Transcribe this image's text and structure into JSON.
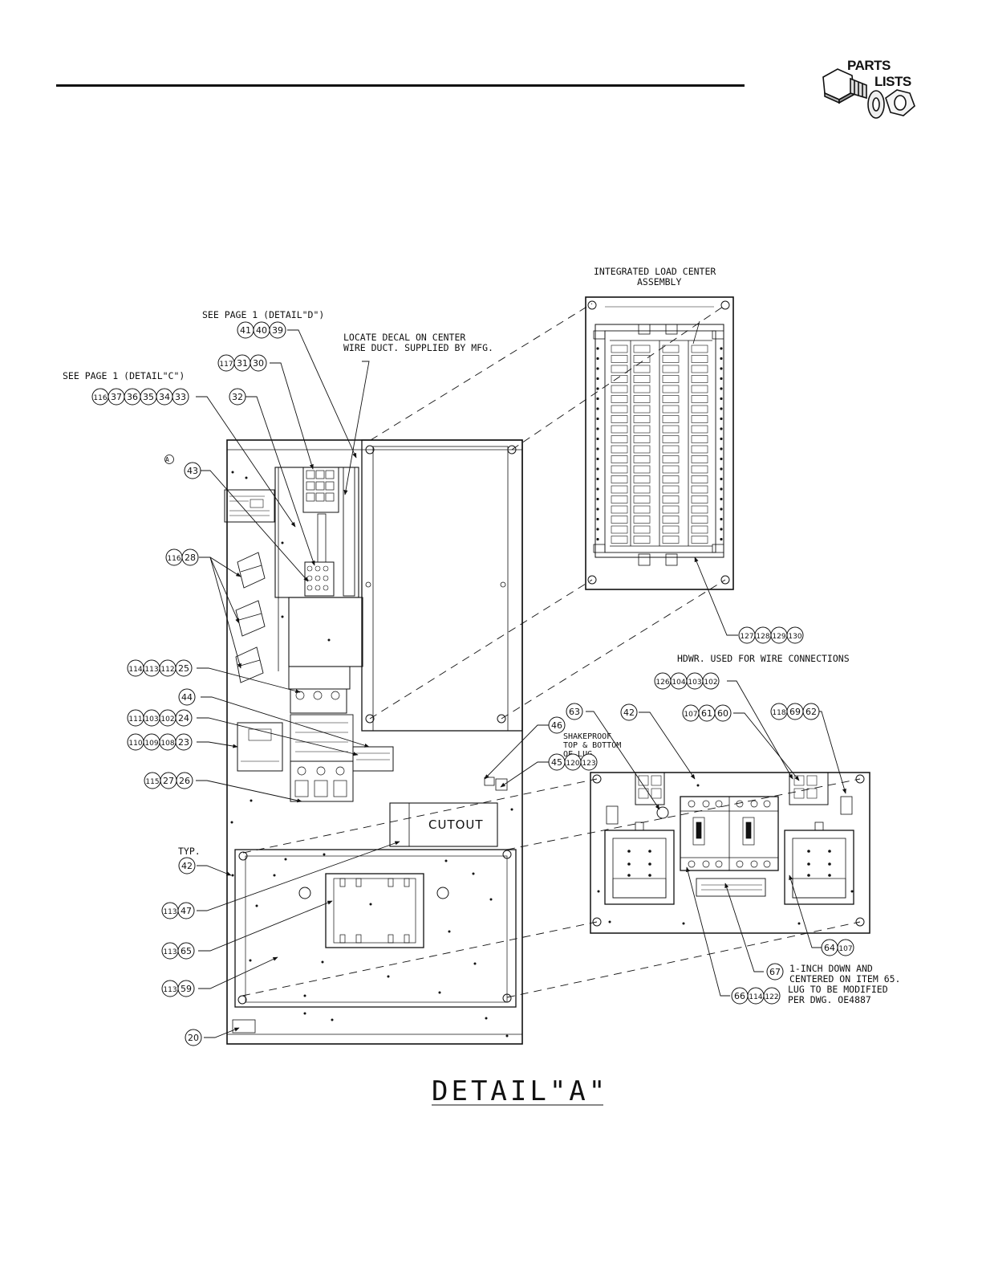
{
  "header": {
    "logo_line1": "PARTS",
    "logo_line2": "LISTS"
  },
  "labels": {
    "see_detail_d": "SEE PAGE 1 (DETAIL\"D\")",
    "see_detail_c": "SEE PAGE 1 (DETAIL\"C\")",
    "locate_decal_1": "LOCATE DECAL ON CENTER",
    "locate_decal_2": "WIRE DUCT. SUPPLIED BY MFG.",
    "integrated_1": "INTEGRATED LOAD CENTER",
    "integrated_2": "ASSEMBLY",
    "hdwr": "HDWR. USED FOR WIRE CONNECTIONS",
    "shakeproof_1": "SHAKEPROOF",
    "shakeproof_2": "TOP & BOTTOM",
    "shakeproof_3": "OF LUG",
    "typ": "TYP.",
    "cutout": "CUTOUT",
    "note67_1": "1-INCH DOWN AND",
    "note67_2": "CENTERED ON ITEM 65.",
    "note66_1": "LUG TO BE MODIFIED",
    "note66_2": "PER DWG. OE4887",
    "rev_mark": "A",
    "detail_title": "DETAIL\"A\""
  },
  "callouts": {
    "c_39_41": [
      "41",
      "40",
      "39"
    ],
    "c_30_117": [
      "117",
      "31",
      "30"
    ],
    "c_33_116": [
      "116",
      "37",
      "36",
      "35",
      "34",
      "33"
    ],
    "c_32": [
      "32"
    ],
    "c_43": [
      "43"
    ],
    "c_28": [
      "116",
      "28"
    ],
    "c_25": [
      "114",
      "113",
      "112",
      "25"
    ],
    "c_44": [
      "44"
    ],
    "c_24": [
      "111",
      "103",
      "102",
      "24"
    ],
    "c_23": [
      "110",
      "109",
      "108",
      "23"
    ],
    "c_26": [
      "115",
      "27",
      "26"
    ],
    "c_42_typ": [
      "42"
    ],
    "c_47": [
      "113",
      "47"
    ],
    "c_65": [
      "113",
      "65"
    ],
    "c_59": [
      "113",
      "59"
    ],
    "c_20": [
      "20"
    ],
    "c_46": [
      "46"
    ],
    "c_45": [
      "45",
      "120",
      "123"
    ],
    "c_63": [
      "63"
    ],
    "c_42": [
      "42"
    ],
    "c_60": [
      "107",
      "61",
      "60"
    ],
    "c_62": [
      "118",
      "69",
      "62"
    ],
    "c_102": [
      "126",
      "104",
      "103",
      "102"
    ],
    "c_127": [
      "127",
      "128",
      "129",
      "130"
    ],
    "c_64": [
      "64",
      "107"
    ],
    "c_67": [
      "67"
    ],
    "c_66": [
      "66",
      "114",
      "122"
    ]
  }
}
